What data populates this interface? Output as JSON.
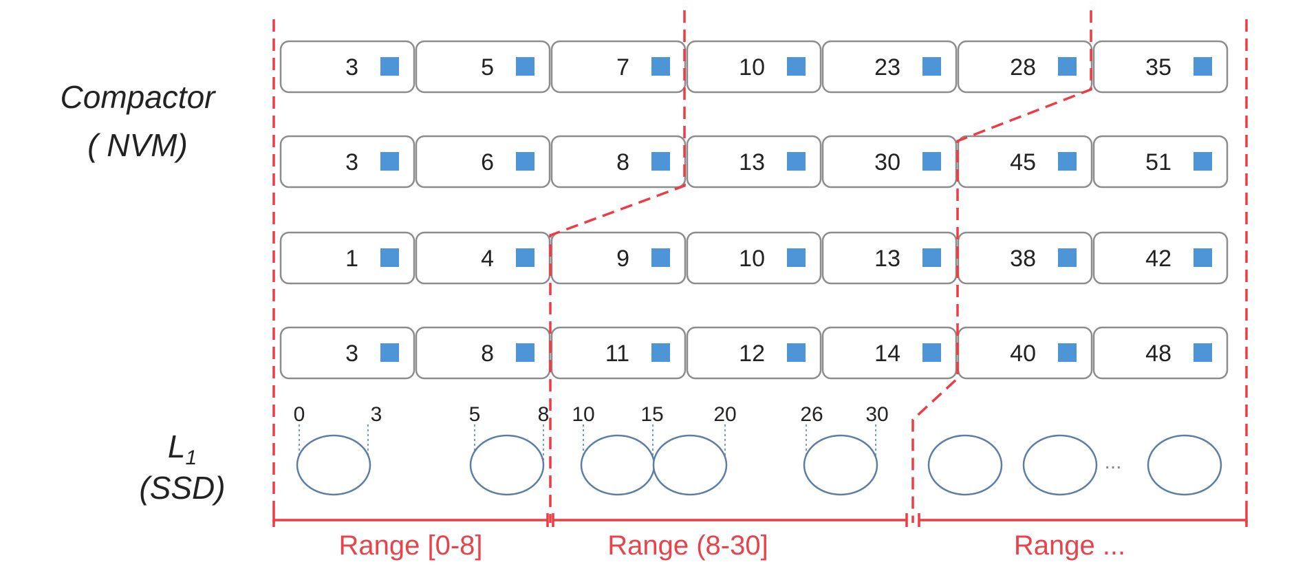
{
  "labels": {
    "compactor_line1": "Compactor",
    "compactor_line2": "( NVM)",
    "l1_main": "L",
    "l1_sub": "1",
    "l1_line2": "(SSD)"
  },
  "compactor_rows": [
    [
      3,
      5,
      7,
      10,
      23,
      28,
      35
    ],
    [
      3,
      6,
      8,
      13,
      30,
      45,
      51
    ],
    [
      1,
      4,
      9,
      10,
      13,
      38,
      42
    ],
    [
      3,
      8,
      11,
      12,
      14,
      40,
      48
    ]
  ],
  "ssd_ticks": [
    "0",
    "3",
    "5",
    "8",
    "10",
    "15",
    "20",
    "26",
    "30"
  ],
  "ellipsis": "...",
  "ranges": [
    "Range [0-8]",
    "Range (8-30]",
    "Range ..."
  ],
  "colors": {
    "partition_red": "#ec3c44",
    "key_marker_blue": "#4d95d6",
    "cell_border": "#8c8c8c"
  }
}
